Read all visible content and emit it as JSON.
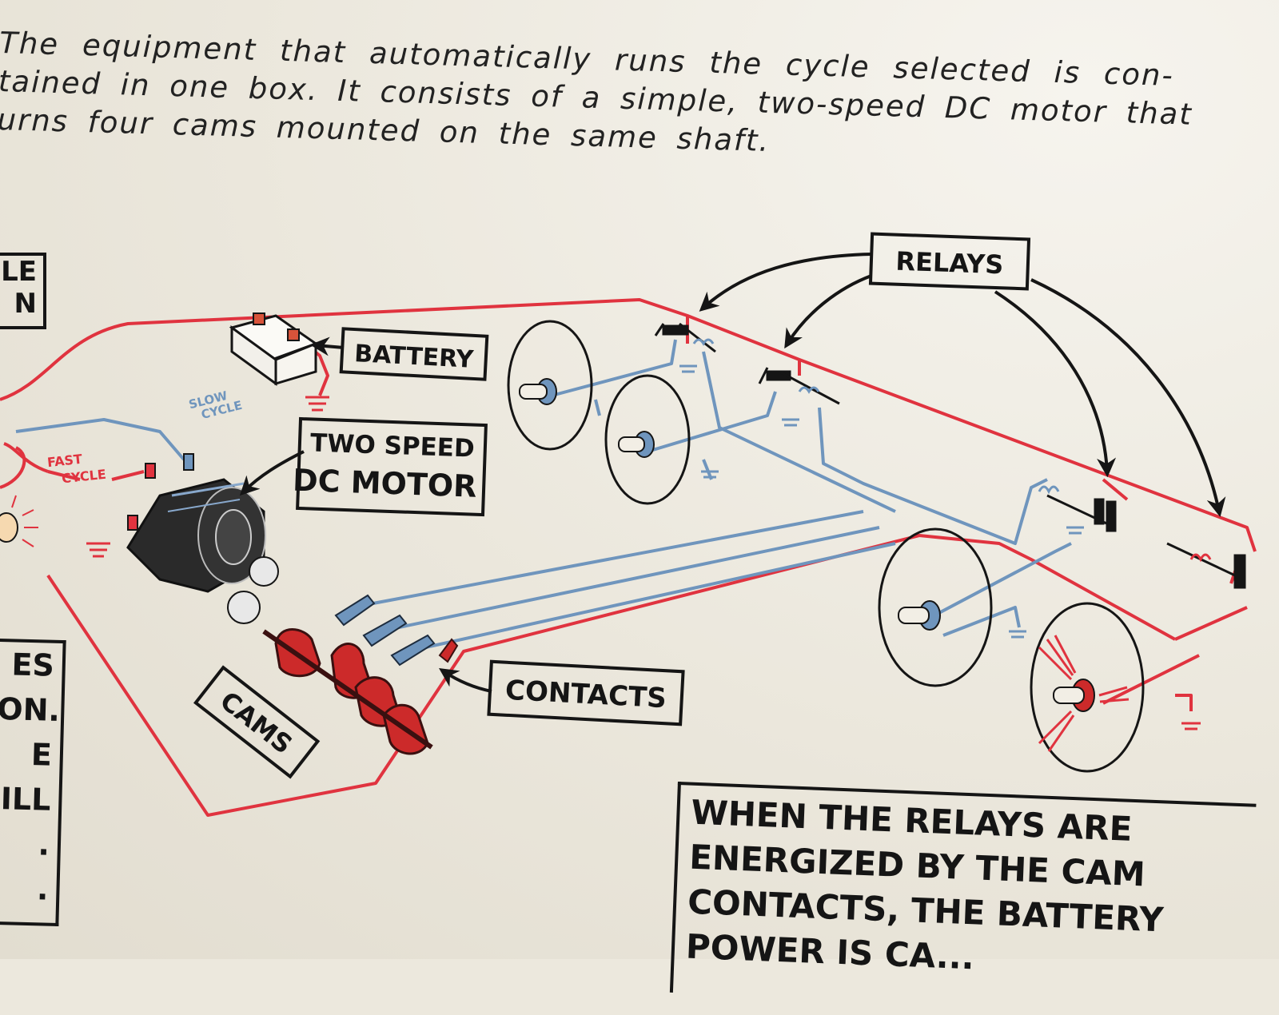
{
  "intro": {
    "lines": [
      "The equipment that automatically runs the cycle selected is con-",
      "tained in one box. It consists of a simple, two-speed DC motor that",
      "urns four cams mounted on the same shaft."
    ]
  },
  "labels": {
    "relays": "RELAYS",
    "battery": "BATTERY",
    "motor_line1": "TWO SPEED",
    "motor_line2": "DC MOTOR",
    "contacts": "CONTACTS",
    "cams": "CAMS",
    "slow_cycle_1": "SLOW",
    "slow_cycle_2": "CYCLE",
    "fast_cycle_1": "FAST",
    "fast_cycle_2": "CYCLE"
  },
  "left_edge": {
    "top_box": [
      "LE",
      "N"
    ],
    "bottom_box": [
      "ES",
      "ON.",
      "E",
      "ILL",
      ".",
      "."
    ]
  },
  "note": {
    "lines": [
      "WHEN THE RELAYS ARE",
      "ENERGIZED BY THE CAM",
      "CONTACTS, THE BATTERY",
      "POWER IS CA..."
    ]
  },
  "colors": {
    "paper": "#ece8dd",
    "ink": "#151515",
    "red_wire": "#e0333f",
    "blue_wire": "#6f95bd",
    "cam_red": "#cc2a2a",
    "motor_black": "#2a2a2a"
  }
}
